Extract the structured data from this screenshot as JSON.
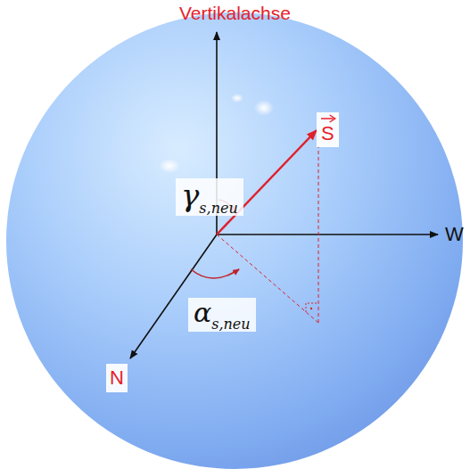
{
  "diagram": {
    "labels": [
      "Vertikalachse",
      "S",
      "W",
      "N",
      "γ",
      "s,neu",
      "α",
      "s,neu"
    ]
  }
}
